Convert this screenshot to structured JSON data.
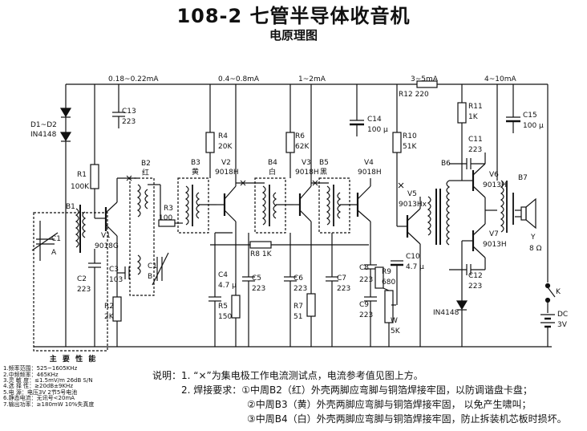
{
  "title": "108-2 七管半导体收音机",
  "subtitle": "电原理图",
  "currents": [
    "0.18~0.22mA",
    "0.4~0.8mA",
    "1~2mA",
    "3~5mA",
    "4~10mA"
  ],
  "labels": {
    "d": "D1~D2",
    "d_part": "IN4148",
    "c13": "C13",
    "c13v": "223",
    "r1": "R1",
    "r1v": "100K",
    "b1": "B1",
    "c1a": "C1",
    "a": "A",
    "v1": "V1",
    "v1t": "9018G",
    "c2": "C2",
    "c2v": "223",
    "r2": "R2",
    "r2v": "2K",
    "c3": "C3",
    "c3v": "103",
    "b2": "B2",
    "b2c": "红",
    "c1b": "C1",
    "b": "B",
    "r3": "R3",
    "r3v": "100",
    "b3": "B3",
    "b3c": "黄",
    "r4": "R4",
    "r4v": "20K",
    "v2": "V2",
    "v2t": "9018H",
    "c4": "C4",
    "c4v": "4.7 μ",
    "r5": "R5",
    "r5v": "150",
    "c5": "C5",
    "c5v": "223",
    "b4": "B4",
    "b4c": "白",
    "r6": "R6",
    "r6v": "62K",
    "v3": "V3",
    "v3t": "9018H",
    "r8": "R8 1K",
    "c6": "C6",
    "c6v": "223",
    "r7": "R7",
    "r7v": "51",
    "b5": "B5",
    "b5c": "黑",
    "v4": "V4",
    "v4t": "9018H",
    "c7": "C7",
    "c7v": "223",
    "c14": "C14",
    "c14v": "100 μ",
    "r12": "R12 220",
    "r10": "R10",
    "r10v": "51K",
    "v5": "V5",
    "v5t": "9013Hx",
    "c8": "C8",
    "c8v": "223",
    "r9": "R9",
    "r9v": "680",
    "c9": "C9",
    "c9v": "223",
    "c10": "C10",
    "c10v": "4.7 μ",
    "w": "W",
    "wv": "5K",
    "b6": "B6",
    "r11": "R11",
    "r11v": "1K",
    "c11": "C11",
    "c11v": "223",
    "v6": "V6",
    "v6t": "9013H",
    "v7": "V7",
    "v7t": "9013H",
    "c12": "C12",
    "c12v": "223",
    "d3": "IN4148",
    "c15": "C15",
    "c15v": "100 μ",
    "b7": "B7",
    "y": "Y",
    "yv": "8 Ω",
    "k": "K",
    "dc": "DC",
    "dcv": "3V"
  },
  "specs": {
    "heading": "主 要 性 能",
    "items": [
      "1.频率范围：525~1605KHz",
      "2.中频频率：465KHz",
      "3.灵 敏 度：≤1.5mV/m 26dB S/N",
      "4.选 择 性：≥20dB±9KHz",
      "5.电    源：电压3V 2节5号电池",
      "6.静态电流：无讯号<20mA",
      "7.输出功率：≥180mW 10%失真度"
    ]
  },
  "notes": {
    "lead": "说明：",
    "n1": "1.  “×”为集电极工作电流测试点，电流参考值见图上方。",
    "n2": "2.  焊接要求：①中周B2（红）外壳两脚应弯脚与铜箔焊接牢固，以防调谐盘卡盘；",
    "n3": "②中周B3（黄）外壳两脚应弯脚与铜箔焊接牢固，  以免产生啸叫；",
    "n4": "③中周B4（白）外壳两脚应弯脚与铜箔焊接牢固，防止拆装机芯板时损坏。"
  }
}
